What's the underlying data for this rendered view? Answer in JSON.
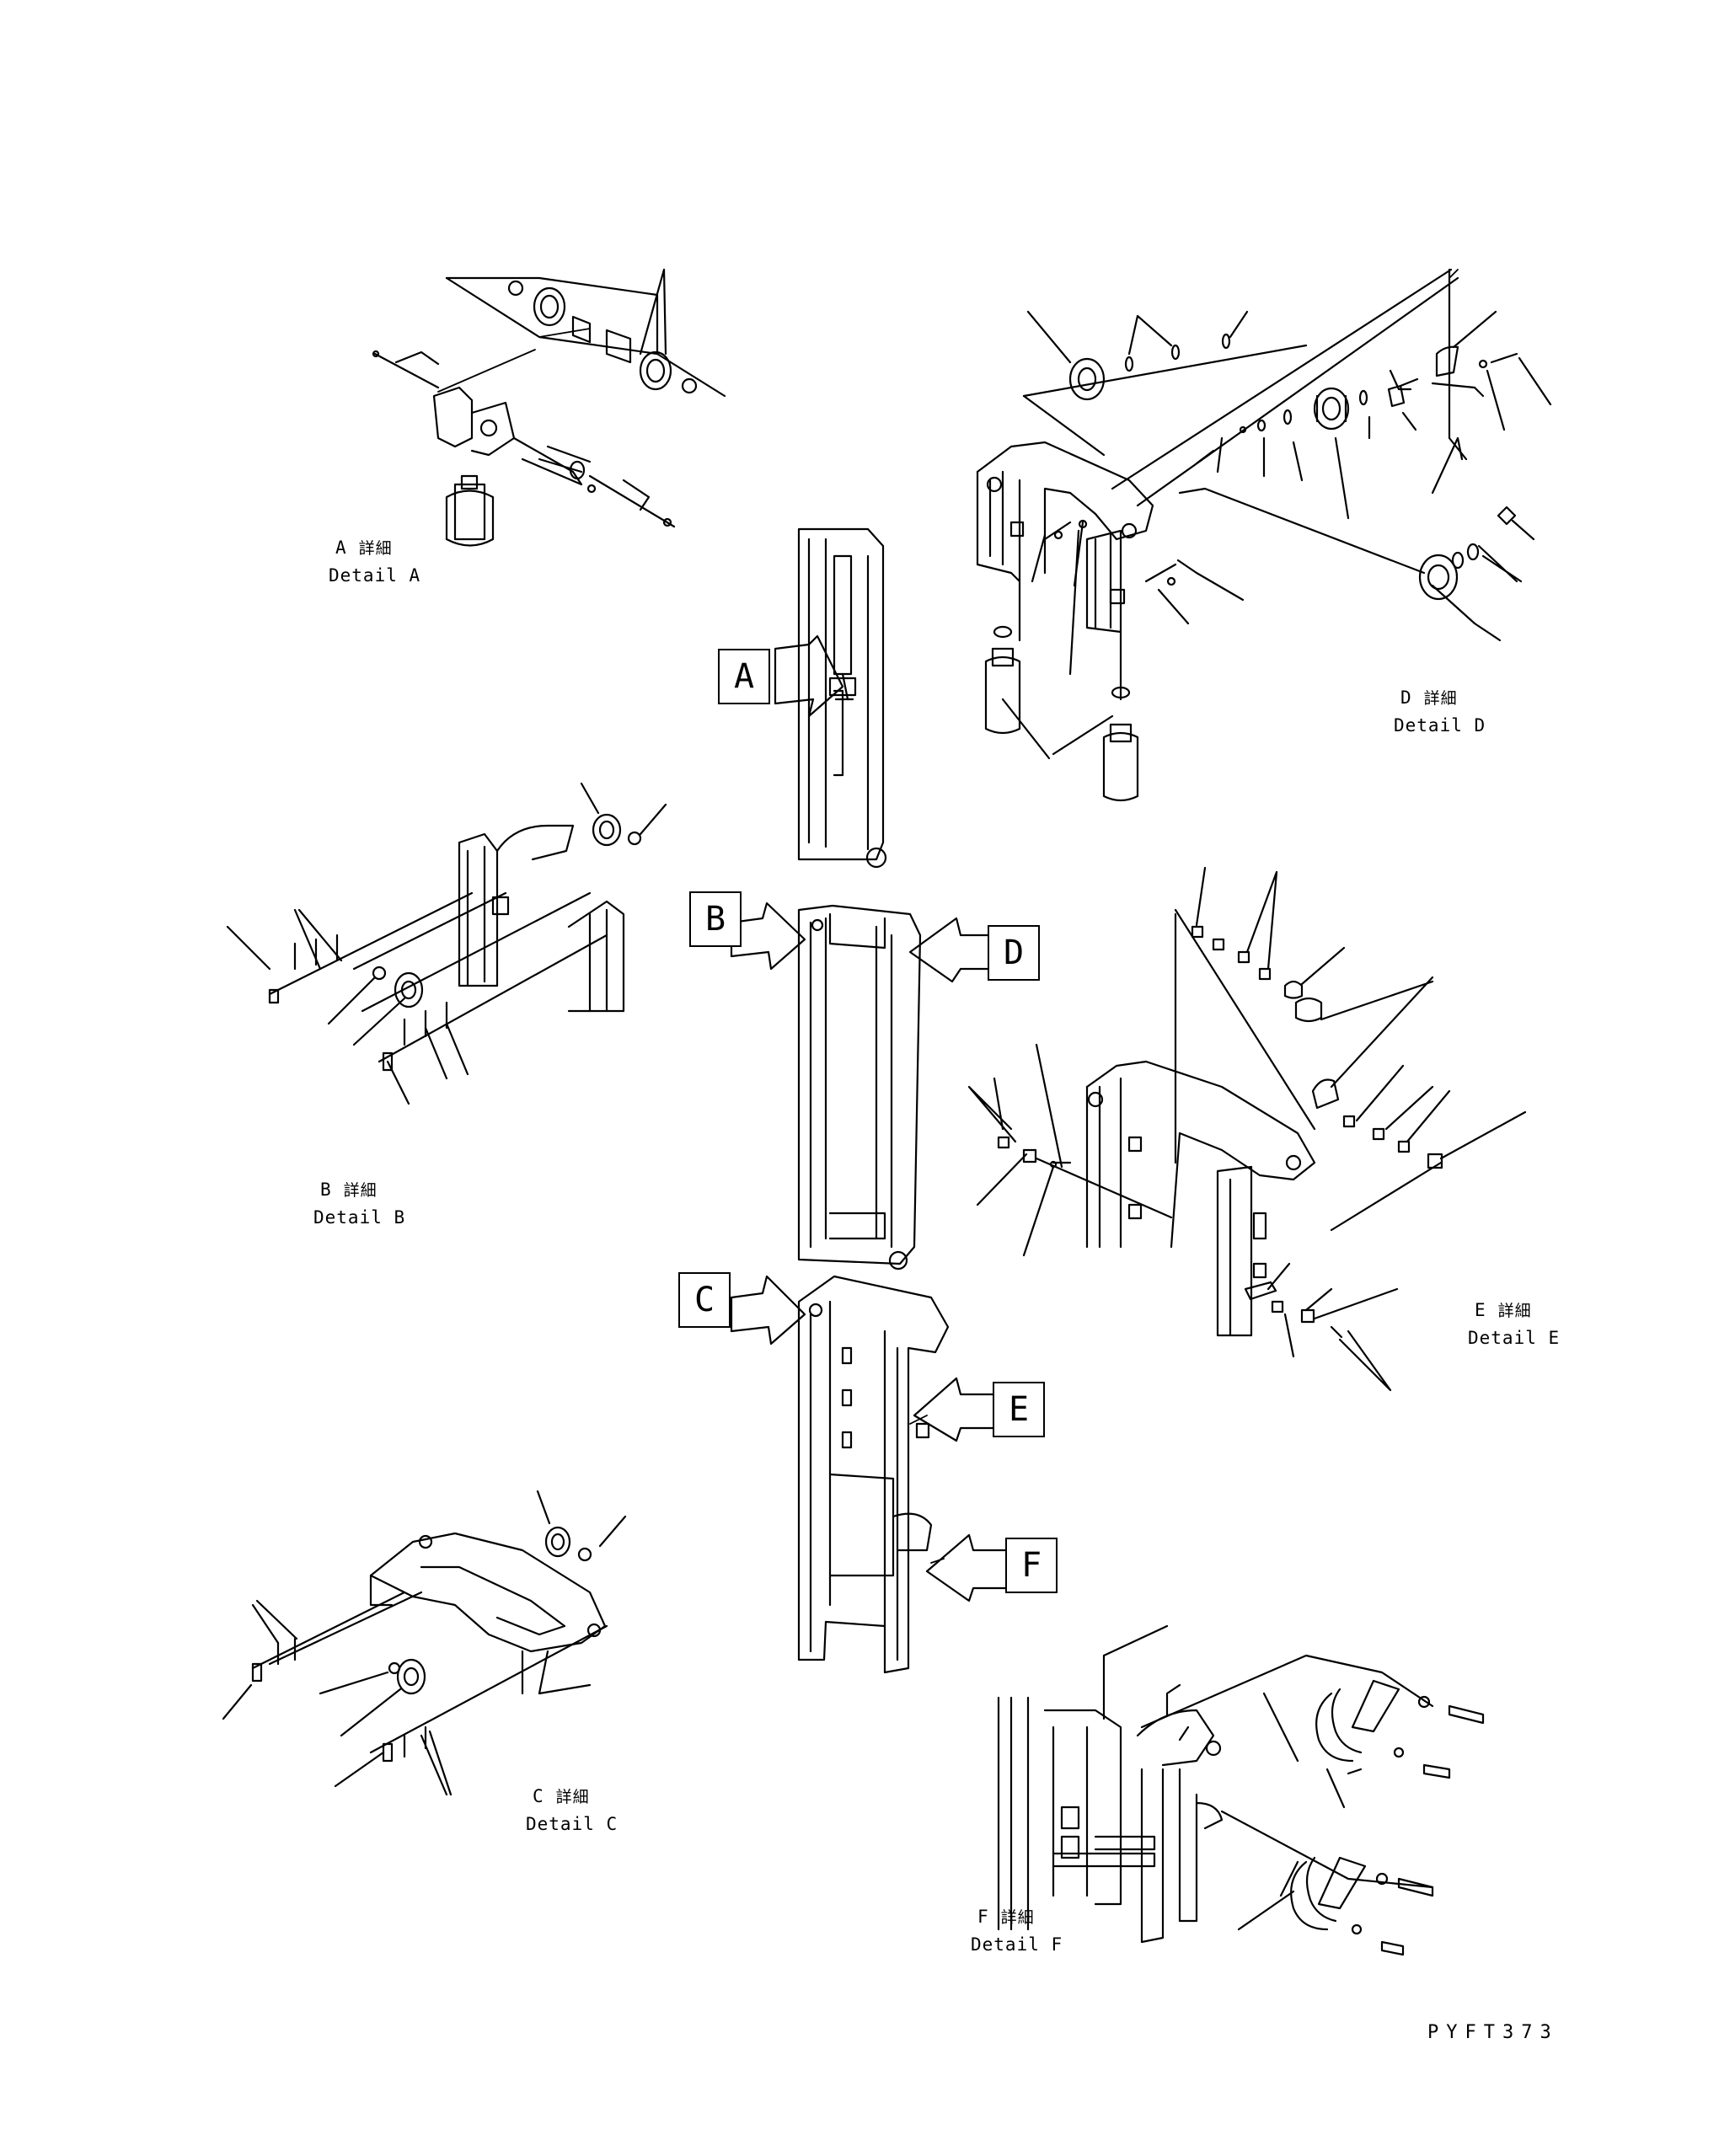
{
  "sheet_code": "PYFT373",
  "views": [
    {
      "id": "A",
      "letter": "A",
      "jp": "詳細",
      "en": "Detail A"
    },
    {
      "id": "B",
      "letter": "B",
      "jp": "詳細",
      "en": "Detail B"
    },
    {
      "id": "C",
      "letter": "C",
      "jp": "詳細",
      "en": "Detail C"
    },
    {
      "id": "D",
      "letter": "D",
      "jp": "詳細",
      "en": "Detail D"
    },
    {
      "id": "E",
      "letter": "E",
      "jp": "詳細",
      "en": "Detail E"
    },
    {
      "id": "F",
      "letter": "F",
      "jp": "詳細",
      "en": "Detail F"
    }
  ],
  "callouts": [
    "A",
    "B",
    "C",
    "D",
    "E",
    "F"
  ]
}
